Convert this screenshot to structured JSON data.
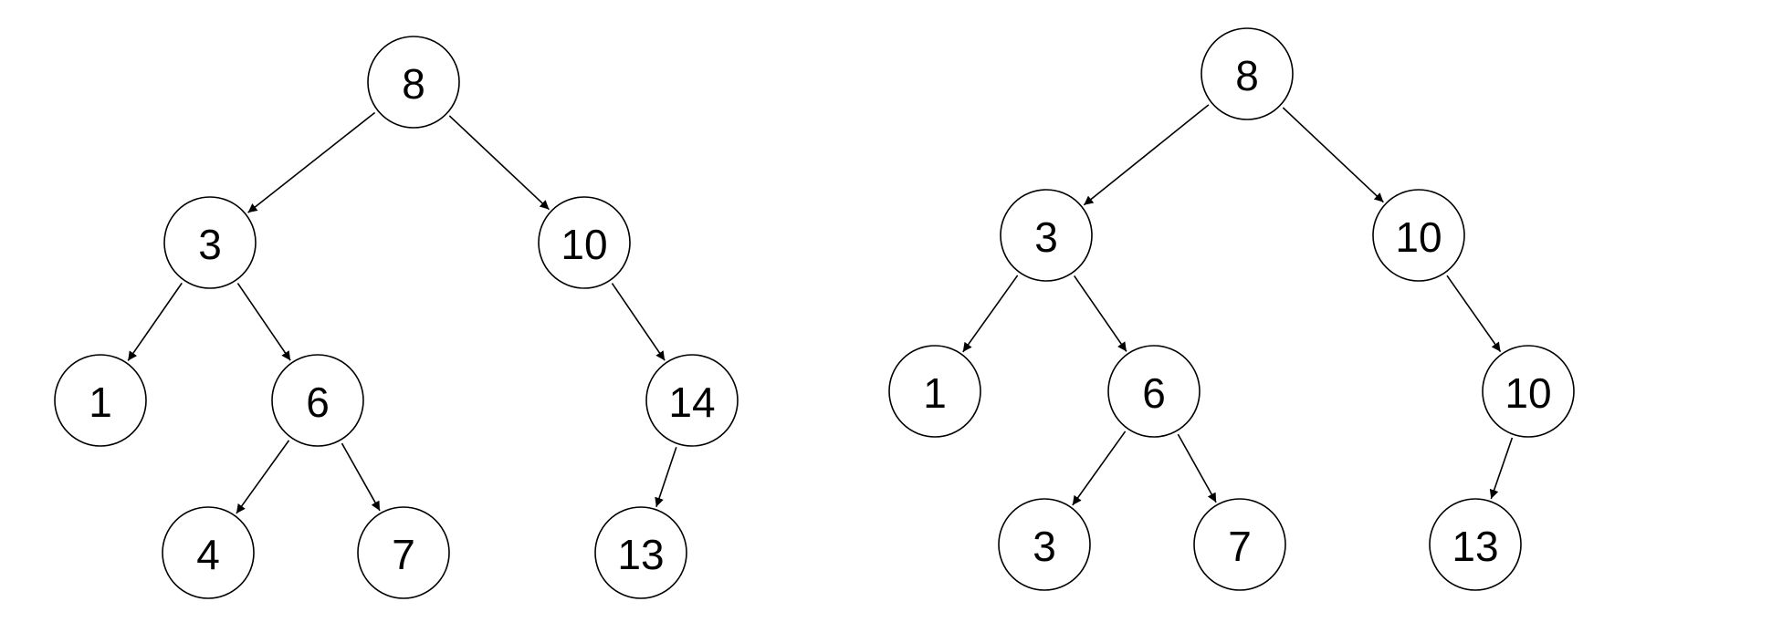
{
  "colors": {
    "background": "#ffffff",
    "stroke": "#000000",
    "text": "#000000"
  },
  "trees": [
    {
      "name": "left-tree",
      "nodes": [
        {
          "id": "n8",
          "label": "8"
        },
        {
          "id": "n3",
          "label": "3"
        },
        {
          "id": "n10",
          "label": "10"
        },
        {
          "id": "n1",
          "label": "1"
        },
        {
          "id": "n6",
          "label": "6"
        },
        {
          "id": "n14",
          "label": "14"
        },
        {
          "id": "n4",
          "label": "4"
        },
        {
          "id": "n7",
          "label": "7"
        },
        {
          "id": "n13",
          "label": "13"
        }
      ],
      "edges": [
        [
          "n8",
          "n3"
        ],
        [
          "n8",
          "n10"
        ],
        [
          "n3",
          "n1"
        ],
        [
          "n3",
          "n6"
        ],
        [
          "n10",
          "n14"
        ],
        [
          "n6",
          "n4"
        ],
        [
          "n6",
          "n7"
        ],
        [
          "n14",
          "n13"
        ]
      ]
    },
    {
      "name": "right-tree",
      "nodes": [
        {
          "id": "m8",
          "label": "8"
        },
        {
          "id": "m3",
          "label": "3"
        },
        {
          "id": "m10",
          "label": "10"
        },
        {
          "id": "m1",
          "label": "1"
        },
        {
          "id": "m6",
          "label": "6"
        },
        {
          "id": "m10b",
          "label": "10"
        },
        {
          "id": "m3b",
          "label": "3"
        },
        {
          "id": "m7",
          "label": "7"
        },
        {
          "id": "m13",
          "label": "13"
        }
      ],
      "edges": [
        [
          "m8",
          "m3"
        ],
        [
          "m8",
          "m10"
        ],
        [
          "m3",
          "m1"
        ],
        [
          "m3",
          "m6"
        ],
        [
          "m10",
          "m10b"
        ],
        [
          "m6",
          "m3b"
        ],
        [
          "m6",
          "m7"
        ],
        [
          "m10b",
          "m13"
        ]
      ]
    }
  ]
}
